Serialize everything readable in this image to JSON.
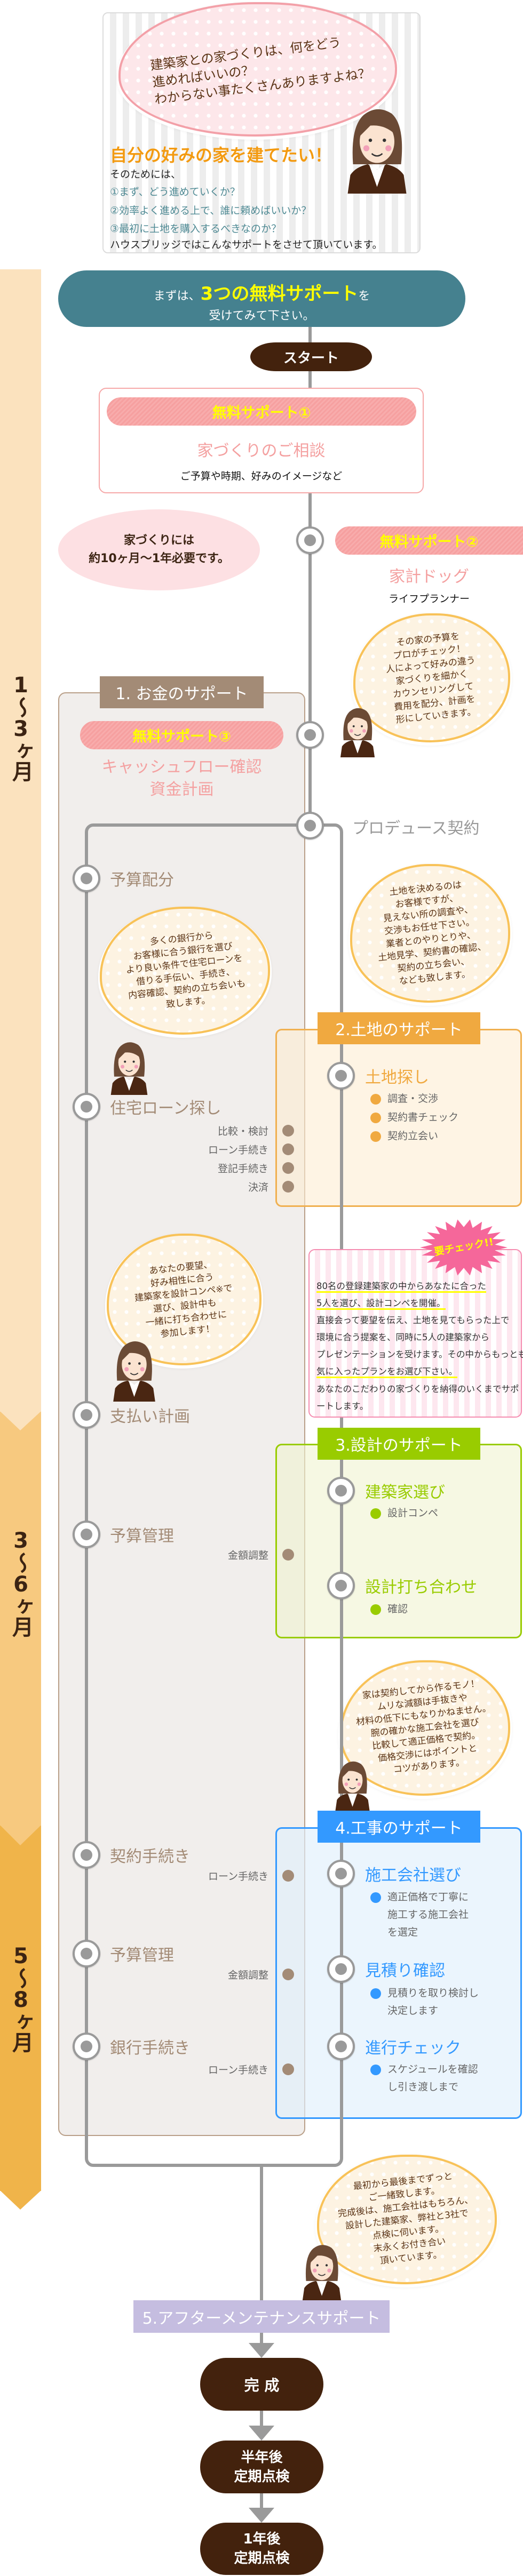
{
  "intro": {
    "bubble_lines": [
      "建築家との家づくりは、何をどう",
      "進めればいいの？",
      "わからない事たくさんありますよね？"
    ],
    "headline": "自分の好みの家を建てたい！",
    "lead": "そのためには、",
    "questions": [
      "①まず、どう進めていくか？",
      "②効率よく進める上で、誰に頼めばいいか？",
      "③最初に土地を購入するべきなのか？"
    ],
    "closing": "ハウスブリッジではこんなサポートをさせて頂いています。"
  },
  "banner": {
    "prefix": "まずは、",
    "highlight": "3つの無料サポート",
    "suffix": "を",
    "line2": "受けてみて下さい。"
  },
  "start": "スタート",
  "periods": [
    "1〜3ヶ月",
    "3〜6ヶ月",
    "5〜8ヶ月"
  ],
  "free_support_1": {
    "badge": "無料サポート①",
    "title": "家づくりのご相談",
    "desc": "ご予算や時期、好みのイメージなど"
  },
  "duration_note": [
    "家づくりには",
    "約10ヶ月〜1年必要です。"
  ],
  "free_support_2": {
    "badge": "無料サポート②",
    "title": "家計ドッグ",
    "desc": "ライフプランナー"
  },
  "bubbles": {
    "lifeplan": [
      "その家の予算を",
      "プロがチェック！",
      "人によって好みの違う",
      "家づくりを細かく",
      "カウンセリングして",
      "費用を配分、計画を",
      "形にしていきます。"
    ],
    "land": [
      "土地を決めるのは",
      "お客様ですが、",
      "見えない所の調査や、",
      "交渉もお任せ下さい。",
      "業者とのやりとりや、",
      "土地見学、契約書の確認、",
      "契約の立ち会い、",
      "なども致します。"
    ],
    "bank": [
      "多くの銀行から",
      "お客様に合う銀行を選び",
      "より良い条件で住宅ローンを",
      "借りる手伝い、手続き、",
      "内容確認、契約の立ち会いも",
      "致します。"
    ],
    "architect": [
      "あなたの要望、",
      "好み相性に合う",
      "建築家を設計コンペ※で",
      "選び、設計中も",
      "一緒に打ち合わせに",
      "参加します！"
    ],
    "construction": [
      "家は契約してから作るモノ！",
      "ムリな減額は手抜きや",
      "材料の低下にもなりかねません。",
      "腕の確かな施工会社を選び",
      "比較して適正価格で契約。",
      "価格交渉にはポイントと",
      "コツがあります。"
    ],
    "after": [
      "最初から最後までずっと",
      "ご一緒致します。",
      "完成後は、施工会社はもちろん、",
      "設計した建築家、弊社と3社で",
      "点検に伺います。",
      "末永くお付き合い",
      "頂いています。"
    ]
  },
  "money_support": {
    "tab": "1. お金のサポート",
    "badge": "無料サポート③",
    "title_lines": [
      "キャッシュフロー確認",
      "資金計画"
    ],
    "steps": [
      {
        "label": "予算配分",
        "subs": []
      },
      {
        "label": "住宅ローン探し",
        "subs": [
          "比較・検討",
          "ローン手続き",
          "登記手続き",
          "決済"
        ]
      },
      {
        "label": "支払い計画",
        "subs": []
      },
      {
        "label": "予算管理",
        "subs": [
          "金額調整"
        ]
      },
      {
        "label": "契約手続き",
        "subs": [
          "ローン手続き"
        ]
      },
      {
        "label": "予算管理",
        "subs": [
          "金額調整"
        ]
      },
      {
        "label": "銀行手続き",
        "subs": [
          "ローン手続き"
        ]
      }
    ]
  },
  "produce": "プロデュース契約",
  "land_support": {
    "tab": "2.土地のサポート",
    "title": "土地探し",
    "items": [
      "調査・交渉",
      "契約書チェック",
      "契約立会い"
    ]
  },
  "check_box": {
    "burst": "要チェック!!",
    "lines": [
      "80名の登録建築家の中からあなたに合った",
      "5人を選び、設計コンペを開催。",
      "直接会って要望を伝え、土地を見てもらった上で",
      "環境に合う提案を、同時に5人の建築家から",
      "プレゼンテーションを受けます。その中からもっとも",
      "気に入ったプランをお選び下さい。",
      "あなたのこだわりの家づくりを納得のいくまでサポ",
      "ートします。"
    ]
  },
  "design_support": {
    "tab": "3.設計のサポート",
    "steps": [
      {
        "title": "建築家選び",
        "item": "設計コンペ"
      },
      {
        "title": "設計打ち合わせ",
        "item": "確認"
      }
    ]
  },
  "construction_support": {
    "tab": "4.工事のサポート",
    "steps": [
      {
        "title": "施工会社選び",
        "item": [
          "適正価格で丁寧に",
          "施工する施工会社",
          "を選定"
        ]
      },
      {
        "title": "見積り確認",
        "item": [
          "見積りを取り検討し",
          "決定します"
        ]
      },
      {
        "title": "進行チェック",
        "item": [
          "スケジュールを確認",
          "し引き渡しまで"
        ]
      }
    ]
  },
  "after_support": {
    "tab": "5.アフターメンテナンスサポート"
  },
  "finish": {
    "complete": "完 成",
    "half_year": [
      "半年後",
      "定期点検"
    ],
    "one_year": [
      "1年後",
      "定期点検"
    ]
  },
  "colors": {
    "teal": "#45818f",
    "brown": "#43220d",
    "pink": "#f6a0a0",
    "orange": "#f0a940",
    "green": "#99cc00",
    "blue": "#3399ff",
    "purple": "#c5bde0",
    "money": "#a38b76"
  }
}
